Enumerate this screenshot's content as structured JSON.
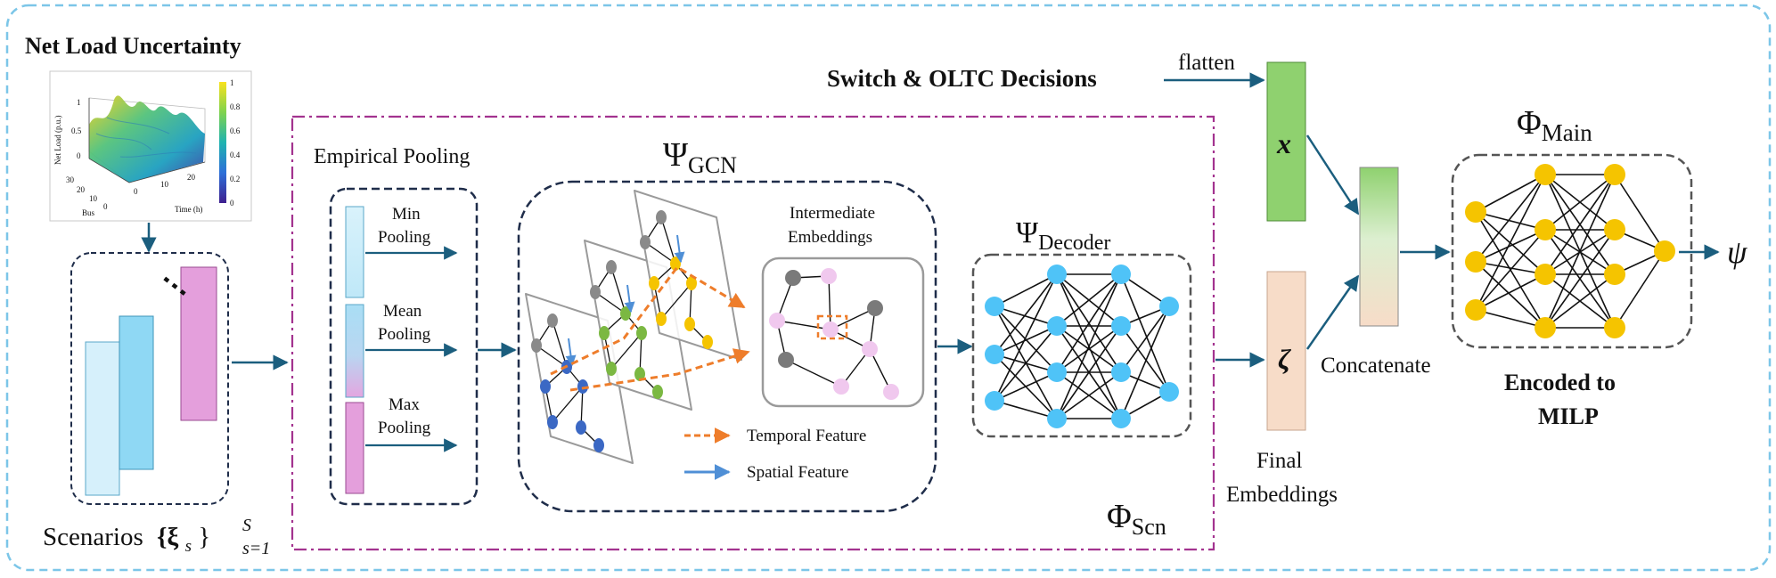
{
  "header": {
    "net_load_title": "Net Load Uncertainty",
    "switch_decisions": "Switch & OLTC Decisions",
    "flatten": "flatten"
  },
  "surface_plot": {
    "zlabel": "Net Load (p.u.)",
    "xlabel": "Time (h)",
    "ylabel": "Bus",
    "z_ticks": [
      "1",
      "0.5",
      "0"
    ],
    "bus_ticks": [
      "30",
      "20",
      "10",
      "0"
    ],
    "time_ticks": [
      "0",
      "10",
      "20"
    ],
    "colorbar_ticks": [
      "1",
      "0.8",
      "0.6",
      "0.4",
      "0.2",
      "0"
    ]
  },
  "scenarios": {
    "label": "Scenarios",
    "set_text": "{ξ",
    "sub_s": "s",
    "close": "}",
    "sup": "S",
    "sub_range": "s=1",
    "ellipsis": "⋮"
  },
  "pooling": {
    "title": "Empirical Pooling",
    "min": [
      "Min",
      "Pooling"
    ],
    "mean": [
      "Mean",
      "Pooling"
    ],
    "max": [
      "Max",
      "Pooling"
    ]
  },
  "gcn": {
    "psi": "Ψ",
    "sub": "GCN",
    "intermediate": [
      "Intermediate",
      "Embeddings"
    ],
    "legend_temporal": "Temporal Feature",
    "legend_spatial": "Spatial Feature"
  },
  "decoder": {
    "psi": "Ψ",
    "sub": "Decoder"
  },
  "scn": {
    "phi": "Φ",
    "sub": "Scn"
  },
  "embeddings": {
    "x_symbol": "x",
    "zeta_symbol": "ζ",
    "final": [
      "Final",
      "Embeddings"
    ],
    "concatenate": "Concatenate"
  },
  "main": {
    "phi": "Φ",
    "sub": "Main",
    "encoded": [
      "Encoded to",
      "MILP"
    ],
    "output": "ψ"
  },
  "colors": {
    "outer_border": "#7cc6e8",
    "scn_border": "#a3338f",
    "dark_border": "#1f2d4a",
    "arrow": "#1b5e7e",
    "node_cyan": "#4fc3f7",
    "node_yellow": "#f5c400",
    "x_green": "#8fd16f",
    "zeta_peach": "#f7dcc8",
    "temporal": "#ee7d2b",
    "spatial": "#4f8fd6"
  }
}
